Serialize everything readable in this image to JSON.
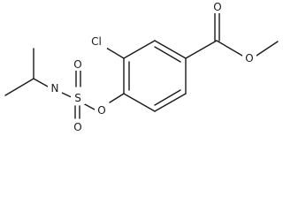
{
  "molecule": {
    "atoms": {
      "chlorine": "Cl",
      "carbonyl_oxygen": "O",
      "ester_oxygen": "O",
      "aryl_oxygen": "O",
      "sulfur": "S",
      "sulfonyl_oxygen_top": "O",
      "sulfonyl_oxygen_bottom": "O",
      "nitrogen": "N"
    },
    "colors": {
      "bond": "#1a1a1a",
      "background": "#ffffff"
    }
  }
}
